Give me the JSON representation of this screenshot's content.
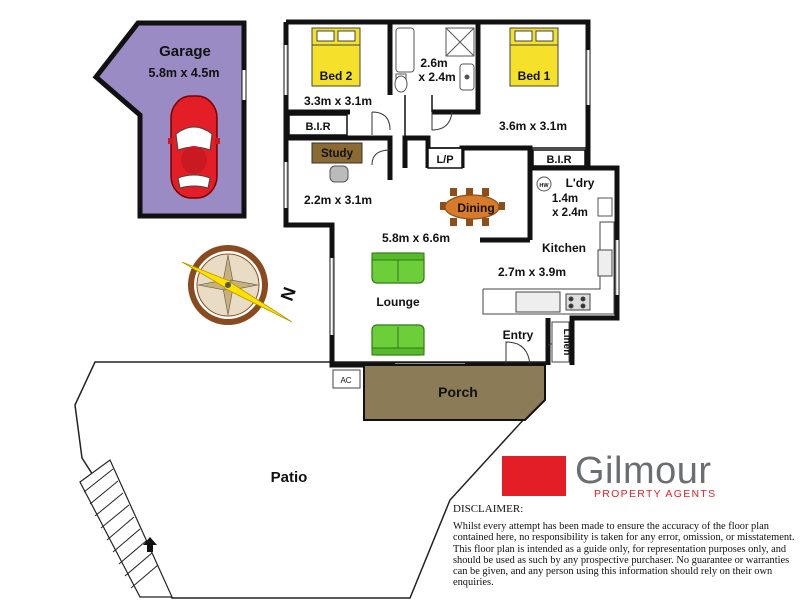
{
  "rooms": {
    "garage": {
      "name": "Garage",
      "dims": "5.8m x 4.5m"
    },
    "bed2": {
      "name": "Bed 2",
      "dims": "3.3m x 3.1m"
    },
    "bath": {
      "dims_line1": "2.6m",
      "dims_line2": "x 2.4m"
    },
    "bed1": {
      "name": "Bed 1",
      "dims": "3.6m x 3.1m"
    },
    "bir_left": "B.I.R",
    "bir_right": "B.I.R",
    "lp": "L/P",
    "study": {
      "name": "Study",
      "dims": "2.2m x 3.1m"
    },
    "dining": "Dining",
    "laundry": {
      "name": "L'dry",
      "dims_line1": "1.4m",
      "dims_line2": "x 2.4m"
    },
    "lounge": {
      "name": "Lounge",
      "dims": "5.8m x 6.6m"
    },
    "kitchen": {
      "name": "Kitchen",
      "dims": "2.7m x 3.9m"
    },
    "entry": "Entry",
    "linen": "Linen",
    "porch": "Porch",
    "patio": "Patio",
    "ac": "AC",
    "hw": "HW"
  },
  "compass": {
    "north_label": "N"
  },
  "brand": {
    "name": "Gilmour",
    "tagline": "PROPERTY AGENTS"
  },
  "disclaimer": {
    "title": "DISCLAIMER:",
    "body": "Whilst every attempt has been made to ensure the accuracy of the floor plan contained here, no responsibility is taken for any error, omission, or misstatement. This floor plan is intended as a guide only, for representation purposes only, and should be used as such by any prospective purchaser. No guarantee or warranties can be given, and any person using this information should rely on their own enquiries."
  },
  "colors": {
    "garage_fill": "#9b8bc4",
    "porch_fill": "#8c7b57",
    "brand_red": "#e41e26",
    "brand_grey": "#6b6e70",
    "bed_yellow": "#f5e12a",
    "sofa_green": "#6ccf3a"
  }
}
